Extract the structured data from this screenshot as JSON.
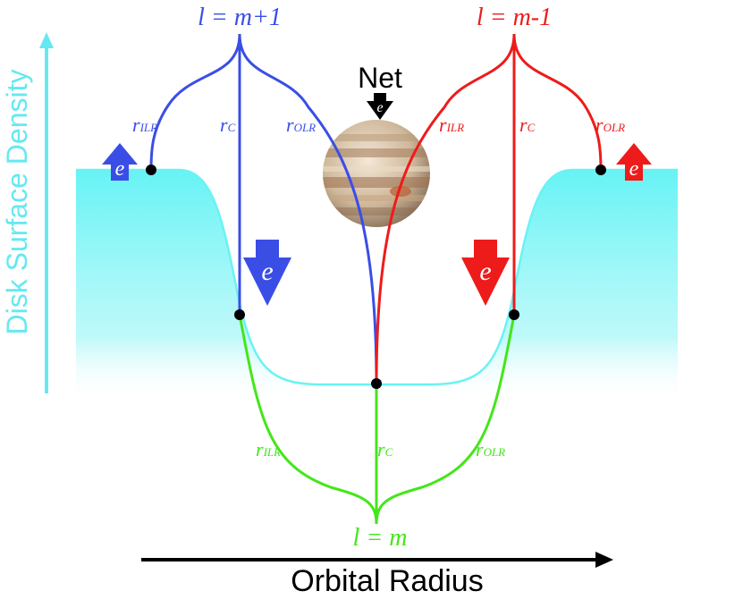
{
  "axes": {
    "y_label": "Disk Surface Density",
    "x_label": "Orbital Radius"
  },
  "planet": {
    "net_label": "Net",
    "net_symbol": "e"
  },
  "modes": {
    "upper": {
      "label": "l = m+1",
      "color": "#3a4ee6"
    },
    "lower_right": {
      "label": "l = m-1",
      "color": "#ee1b1b"
    },
    "bottom": {
      "label": "l = m",
      "color": "#44e61a"
    }
  },
  "resonance_labels": {
    "blue": {
      "ilr_r": "r",
      "ilr_sub": "ILR",
      "c_r": "r",
      "c_sub": "C",
      "olr_r": "r",
      "olr_sub": "OLR"
    },
    "red": {
      "ilr_r": "r",
      "ilr_sub": "ILR",
      "c_r": "r",
      "c_sub": "C",
      "olr_r": "r",
      "olr_sub": "OLR"
    },
    "green": {
      "ilr_r": "r",
      "ilr_sub": "ILR",
      "c_r": "r",
      "c_sub": "C",
      "olr_r": "r",
      "olr_sub": "OLR"
    }
  },
  "arrows": {
    "blue_up": "e",
    "blue_down": "e",
    "red_down": "e",
    "red_up": "e"
  },
  "colors": {
    "disk": "#66f3f5",
    "blue": "#3a4ee6",
    "red": "#ee1b1b",
    "green": "#44e61a",
    "axis_label": "#66e8f0"
  }
}
